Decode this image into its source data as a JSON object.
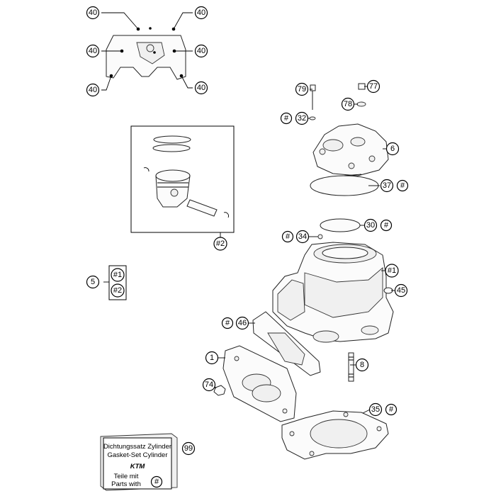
{
  "callouts": {
    "c40_tl": "40",
    "c40_tr": "40",
    "c40_ml": "40",
    "c40_mr": "40",
    "c40_bl": "40",
    "c40_br": "40",
    "c79": "79",
    "c77": "77",
    "c78": "78",
    "c32": "32",
    "c32_hash": "#",
    "c6": "6",
    "c37": "37",
    "c37_hash": "#",
    "c30": "30",
    "c30_hash": "#",
    "c34": "34",
    "c34_hash": "#",
    "c2": "#2",
    "c5": "5",
    "c1_box": "#1",
    "c2_box": "#2",
    "c1_cyl": "#1",
    "c45": "45",
    "c46": "46",
    "c46_hash": "#",
    "c1": "1",
    "c8": "8",
    "c74": "74",
    "c35": "35",
    "c35_hash": "#",
    "c99": "99"
  },
  "gasket_box": {
    "line1": "Dichtungssatz Zylinder",
    "line2": "Gasket-Set Cylinder",
    "line3": "Teile mit",
    "line4": "Parts with",
    "hash": "#",
    "logo": "KTM"
  }
}
